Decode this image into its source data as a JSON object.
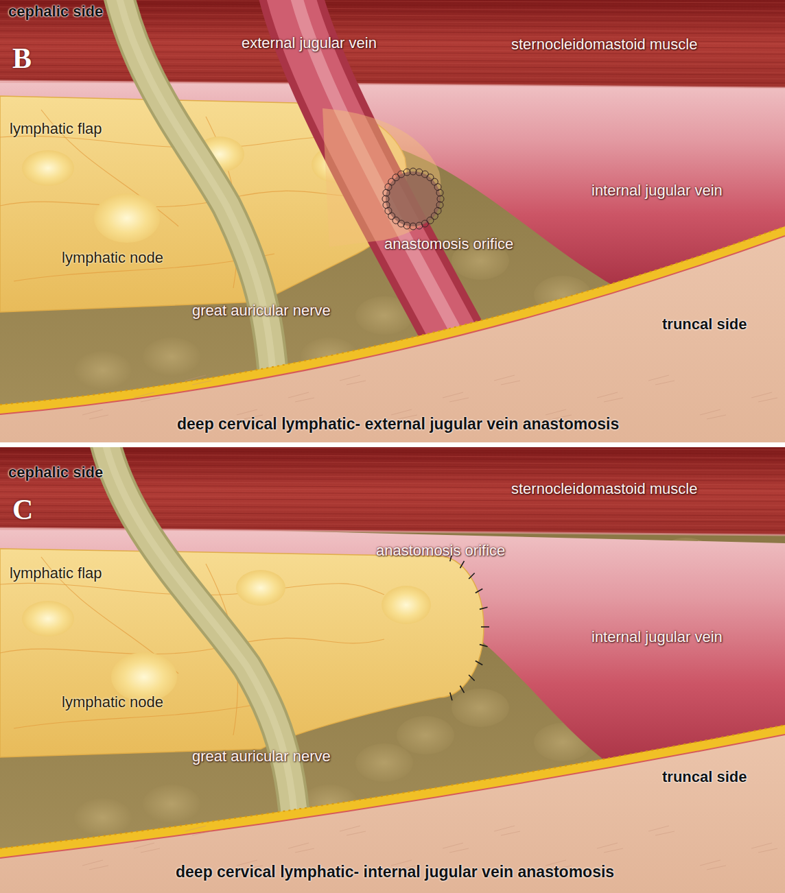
{
  "diagram": {
    "labels": [
      "cephalic side",
      "B",
      "external jugular vein",
      "sternocleidomastoid muscle",
      "lymphatic flap",
      "internal jugular vein",
      "anastomosis orifice",
      "lymphatic node",
      "great auricular nerve",
      "truncal side",
      "deep cervical lymphatic- external jugular vein anastomosis",
      "cephalic side",
      "C",
      "sternocleidomastoid muscle",
      "lymphatic flap",
      "anastomosis orifice",
      "internal jugular vein",
      "lymphatic node",
      "great auricular nerve",
      "truncal side",
      "deep cervical lymphatic- internal jugular vein anastomosis"
    ]
  }
}
